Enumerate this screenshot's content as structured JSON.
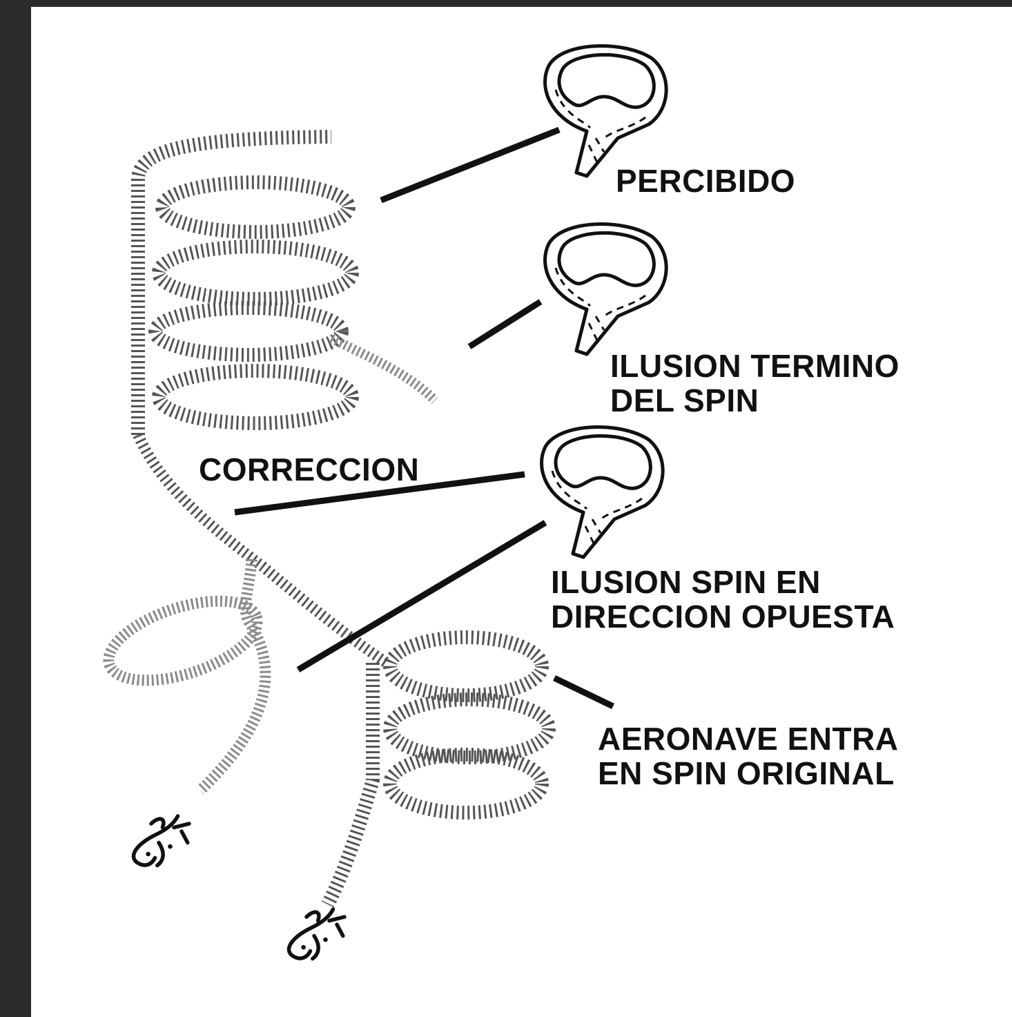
{
  "labels": {
    "perceived": [
      "PERCIBIDO"
    ],
    "spin_end_illusion": [
      "ILUSION TERMINO",
      "DEL SPIN"
    ],
    "correction": [
      "CORRECCION"
    ],
    "opposite_spin_illusion": [
      "ILUSION SPIN EN",
      "DIRECCION OPUESTA"
    ],
    "original_spin": [
      "AERONAVE ENTRA",
      "EN SPIN ORIGINAL"
    ]
  },
  "icons": {
    "semicircular_canal": "semicircular-canal-icon",
    "aircraft": "aircraft-icon"
  },
  "colors": {
    "background": "#2b2b2b",
    "panel": "#ffffff",
    "ink": "#111111",
    "trail_dark": "#555555",
    "trail_light": "#8a8a8a"
  }
}
